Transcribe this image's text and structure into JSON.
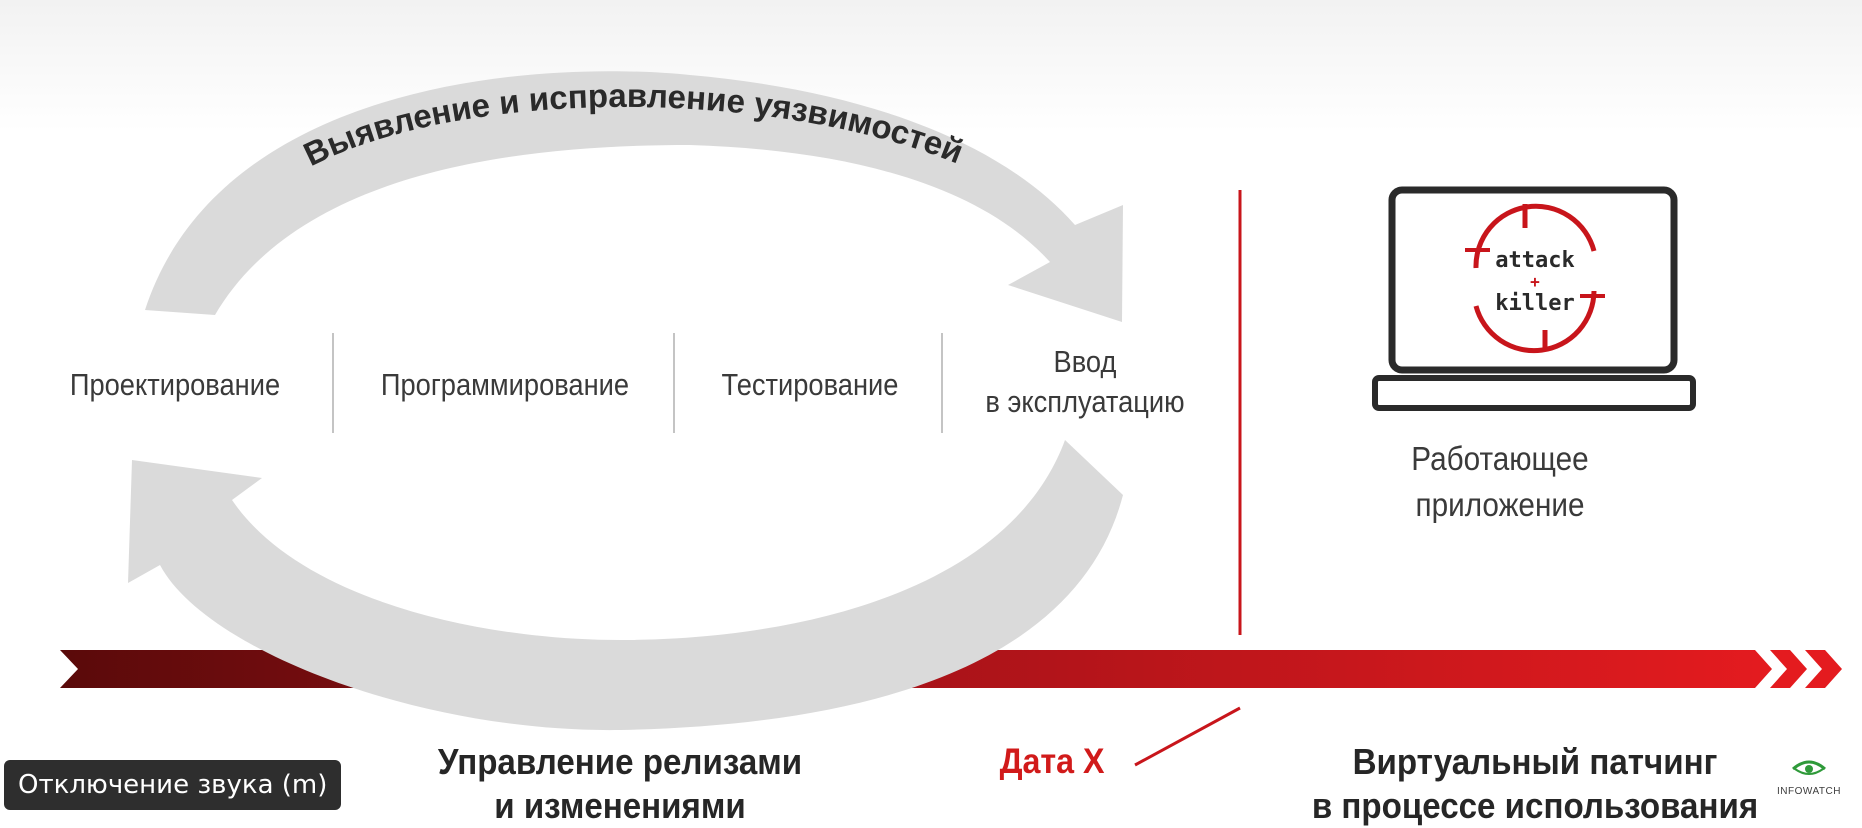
{
  "cycle": {
    "top_arc_label": "Выявление и исправление уязвимостей",
    "stages": [
      {
        "lines": [
          "Проектирование"
        ]
      },
      {
        "lines": [
          "Программирование"
        ]
      },
      {
        "lines": [
          "Тестирование"
        ]
      },
      {
        "lines": [
          "Ввод",
          "в эксплуатацию"
        ]
      }
    ]
  },
  "laptop": {
    "screen_logo_top": "attack",
    "screen_logo_mid": "+",
    "screen_logo_bottom": "killer",
    "caption_lines": [
      "Работающее",
      "приложение"
    ]
  },
  "timeline": {
    "date_label": "Дата X",
    "left_label_lines": [
      "Управление релизами",
      "и изменениями"
    ],
    "right_label_lines": [
      "Виртуальный патчинг",
      "в процессе использования"
    ]
  },
  "overlay": {
    "mute_toast": "Отключение звука (m)"
  },
  "logo": {
    "brand": "INFOWATCH"
  },
  "colors": {
    "accent_red": "#c8151b",
    "dark_red": "#7a0c0c",
    "arrow_gray": "#dadada",
    "text": "#3a3a3a"
  },
  "icons": [
    "laptop-icon",
    "crosshair-icon",
    "eye-icon"
  ]
}
